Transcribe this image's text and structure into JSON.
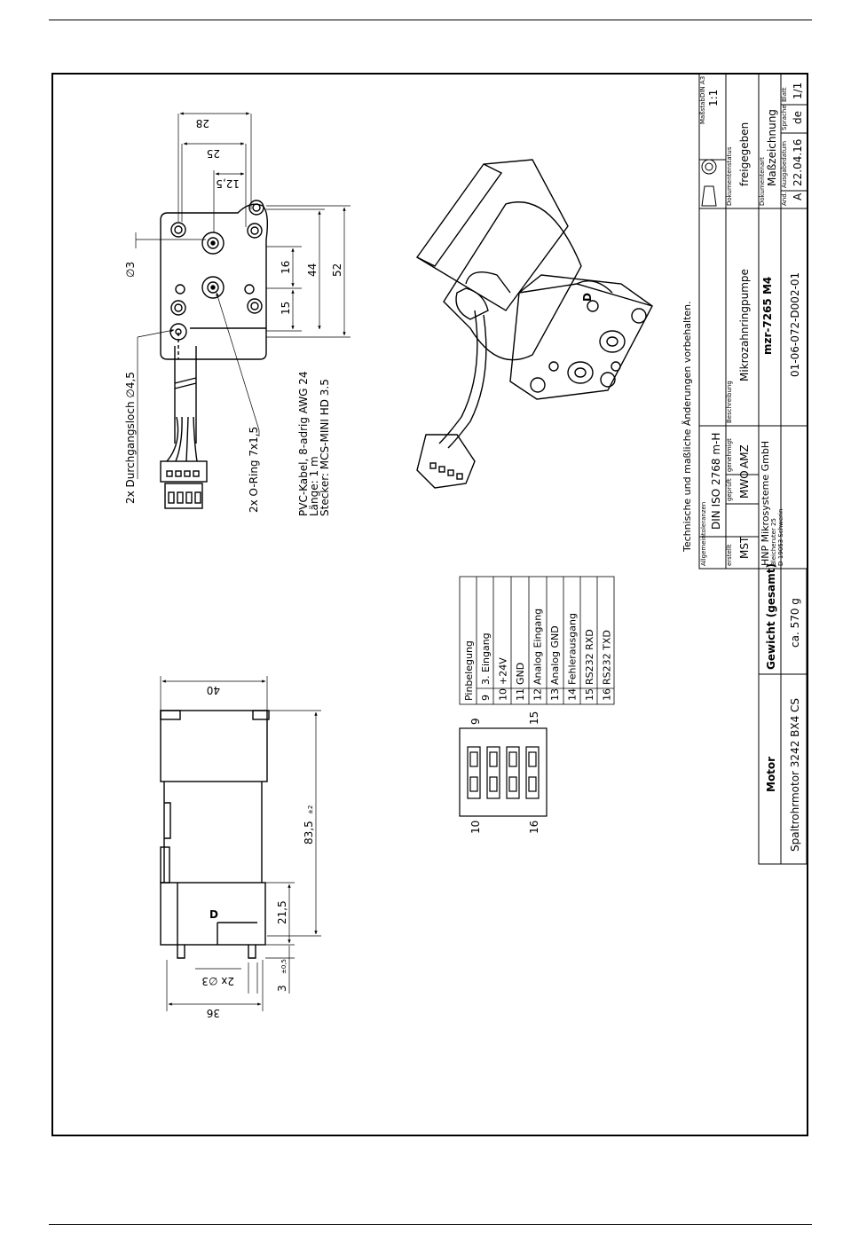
{
  "notes": {
    "bore": "2x Durchgangsloch ∅4,5",
    "oring": "2x O-Ring 7x1,5",
    "cable_type": "PVC-Kabel, 8-adrig AWG 24",
    "cable_length": "Länge: 1 m",
    "plug": "Stecker: MCS-MINI HD 3.5",
    "disclaimer": "Technische und maßliche Änderungen vorbehalten."
  },
  "dimensions": {
    "d28": "28",
    "d25": "25",
    "d125": "12,5",
    "d3": "∅3",
    "d16": "16",
    "d15": "15",
    "d44": "44",
    "d52": "52",
    "d40": "40",
    "d835": "83,5",
    "d835_tol": "±2",
    "d215": "21,5",
    "d3b": "3",
    "d3b_tol": "±0,5",
    "holes": "2x ∅3",
    "d36": "36",
    "face_mark": "D"
  },
  "pinout": {
    "title": "Pinbelegung",
    "rows": [
      {
        "pin": "9",
        "label": "3. Eingang"
      },
      {
        "pin": "10",
        "label": "+24V"
      },
      {
        "pin": "11",
        "label": "GND"
      },
      {
        "pin": "12",
        "label": "Analog Eingang"
      },
      {
        "pin": "13",
        "label": "Analog GND"
      },
      {
        "pin": "14",
        "label": "Fehlerausgang"
      },
      {
        "pin": "15",
        "label": "RS232 RXD"
      },
      {
        "pin": "16",
        "label": "RS232 TXD"
      }
    ],
    "connector_labels": {
      "a": "9",
      "b": "15",
      "c": "10",
      "d": "16"
    }
  },
  "motor_table": {
    "h1": "Motor",
    "h2": "Gewicht (gesamt)",
    "v1": "Spaltrohrmotor 3242 BX4 CS",
    "v2": "ca. 570 g"
  },
  "titleblock": {
    "tol_label": "Allgemeintoleranzen",
    "tol_value": "DIN ISO 2768 m-H",
    "erstellt_label": "erstellt",
    "erstellt": "MST",
    "geprueft_label": "geprüft",
    "geprueft": "MWO",
    "genehmigt_label": "genehmigt",
    "genehmigt": "AMZ",
    "company": "HNP Mikrosysteme GmbH",
    "street": "Bleicheruter 25",
    "city": "D-19053 Schwerin",
    "beschreibung_label": "Beschreibung",
    "product": "Mikrozahnringpumpe",
    "model": "mzr-7265 M4",
    "docnum": "01-06-072-D002-01",
    "status_label": "Dokumentenstatus",
    "status": "freigegeben",
    "docart_label": "Dokumentenart",
    "docart": "Maßzeichnung",
    "massstab_label": "Maßstab",
    "format": "DIN A3",
    "massstab": "1:1",
    "aend_label": "Änd.",
    "aend": "A",
    "datum_label": "Ausgabedatum",
    "datum": "22.04.16",
    "sprache_label": "Sprache",
    "sprache": "de",
    "blatt_label": "Blatt",
    "blatt": "1/1"
  }
}
